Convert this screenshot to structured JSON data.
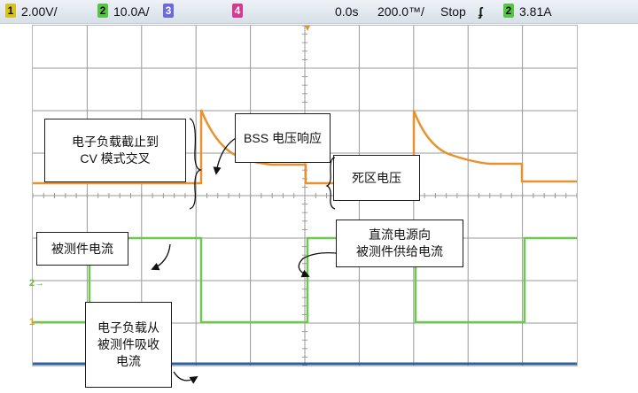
{
  "status_bar": {
    "ch1": {
      "badge": "1",
      "value": "2.00V/",
      "color": "#d9c21c"
    },
    "ch2": {
      "badge": "2",
      "value": "10.0A/",
      "color": "#57c544"
    },
    "ch3": {
      "badge": "3",
      "color": "#6b6bd8"
    },
    "ch4": {
      "badge": "4",
      "color": "#d43a92"
    },
    "time_offset": "0.0s",
    "time_scale": "200.0™/",
    "run_state": "Stop",
    "trigger_symbol": "ʄ",
    "trigger_channel": {
      "badge": "2",
      "color": "#57c544"
    },
    "trigger_level": "3.81A"
  },
  "side_markers": {
    "ch2": "2→",
    "ch1": "1→"
  },
  "annotations": {
    "cv_crossover": "电子负载截止到\nCV 模式交叉",
    "bss_response": "BSS 电压响应",
    "dead_zone": "死区电压",
    "dut_current": "被测件电流",
    "dc_source": "直流电源向\n被测件供给电流",
    "eload_absorb": "电子负载从\n被测件吸收\n电流"
  },
  "colors": {
    "voltage_trace": "#e8922e",
    "current_trace": "#6cc84e",
    "bottom_line": "#2c5fa0",
    "grid": "#9a9a9a"
  }
}
